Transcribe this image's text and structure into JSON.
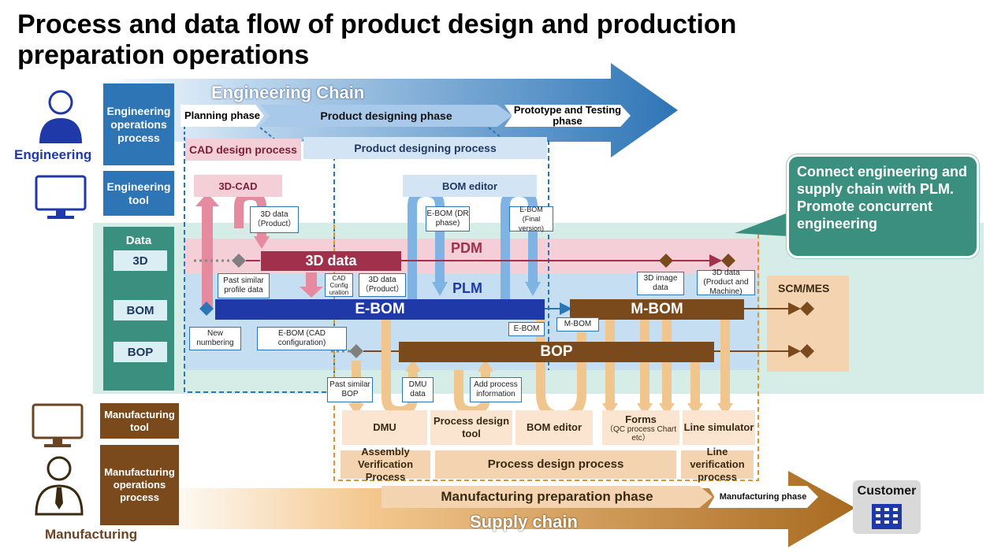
{
  "title_line1": "Process and data flow of product design and production",
  "title_line2": "preparation operations",
  "engineering_chain": {
    "label": "Engineering Chain",
    "phases": [
      "Planning phase",
      "Product designing phase",
      "Prototype and Testing phase"
    ]
  },
  "left_roles": {
    "engineering": "Engineering",
    "manufacturing": "Manufacturing"
  },
  "left_boxes": {
    "eng_ops": "Engineering operations process",
    "eng_tool": "Engineering tool",
    "data": "Data",
    "d3": "3D",
    "bom": "BOM",
    "bop": "BOP",
    "mfg_tool": "Manufacturing tool",
    "mfg_ops": "Manufacturing operations process"
  },
  "processes": {
    "cad": "CAD design process",
    "product": "Product designing process",
    "assembly": "Assembly Verification Process",
    "process_design": "Process design process",
    "line_verification": "Line verification process"
  },
  "tools": {
    "cad3d": "3D-CAD",
    "bom_editor_top": "BOM editor",
    "dmu": "DMU",
    "process_design_tool": "Process design tool",
    "bom_editor": "BOM editor",
    "forms": "Forms",
    "forms_sub": "（QC process Chart etc）",
    "line_sim": "Line simulator",
    "scm": "SCM/MES"
  },
  "layers": {
    "pdm": "PDM",
    "plm": "PLM",
    "data3d": "3D data",
    "ebom": "E-BOM",
    "mbom": "M-BOM",
    "bop": "BOP"
  },
  "notes": {
    "n_3d_product": "3D data（Product）",
    "n_ebom_dr": "E-BOM (DR phase)",
    "n_ebom_final": "E-BOM (Final version)",
    "n_past_profile": "Past similar profile data",
    "n_cad_config": "CAD Config uration",
    "n_3d_product2": "3D data（Product）",
    "n_3d_image": "3D image data",
    "n_3d_machine": "3D data (Product and Machine)",
    "n_new_numbering": "New numbering",
    "n_ebom_cad": "E-BOM (CAD configuration)",
    "n_ebom": "E-BOM",
    "n_mbom": "M-BOM",
    "n_past_bop": "Past similar BOP",
    "n_dmu_data": "DMU data",
    "n_add_process": "Add process information"
  },
  "callout": "Connect engineering and supply chain with PLM. Promote concurrent engineering",
  "supply_chain": {
    "label": "Supply chain",
    "phase": "Manufacturing preparation phase",
    "phase2": "Manufacturing phase"
  },
  "customer": "Customer",
  "colors": {
    "blue": "#2e75b6",
    "dark_blue": "#1f3aa8",
    "maroon": "#a0304b",
    "brown": "#7b4a1c",
    "tan": "#f1c58e",
    "teal": "#3b8f7f"
  }
}
